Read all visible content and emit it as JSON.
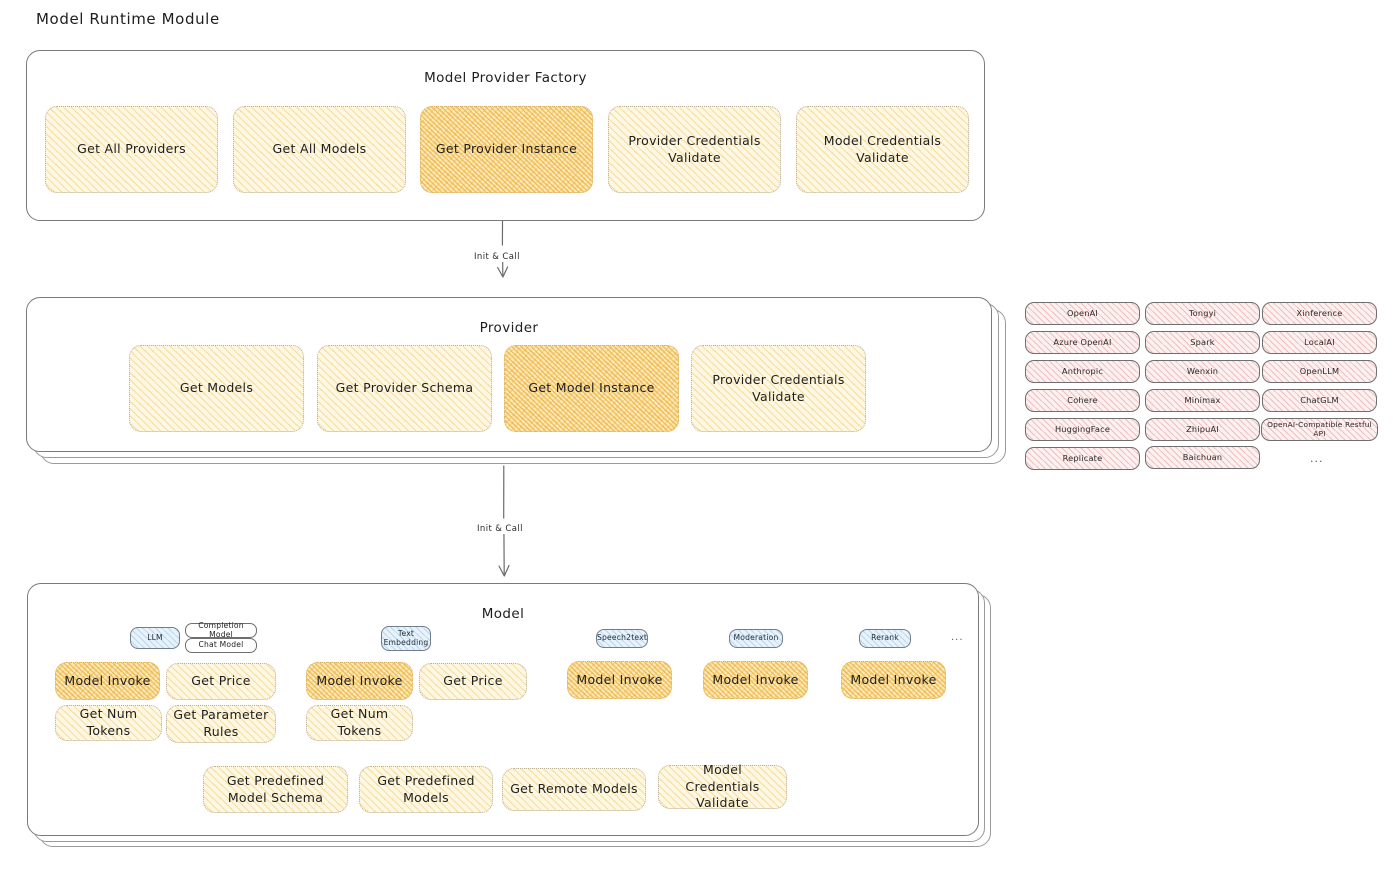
{
  "page": {
    "title": "Model Runtime Module"
  },
  "colors": {
    "node_fill": "#fdf7e3",
    "node_hachure": "#f5cd6e",
    "node_highlight_fill": "#fbe9c0",
    "node_highlight_hachure": "#eeb237",
    "provider_pill_fill": "#fdf0f0",
    "provider_pill_hachure": "#e29696",
    "badge_fill": "#e8f2fb",
    "badge_hachure": "#96bee2",
    "stroke": "#7a7a7a",
    "text": "#1e1e1e"
  },
  "factory": {
    "title": "Model Provider Factory",
    "nodes": [
      {
        "label": "Get All Providers",
        "highlight": false
      },
      {
        "label": "Get All Models",
        "highlight": false
      },
      {
        "label": "Get Provider Instance",
        "highlight": true
      },
      {
        "label": "Provider Credentials Validate",
        "highlight": false
      },
      {
        "label": "Model Credentials Validate",
        "highlight": false
      }
    ]
  },
  "arrows": [
    {
      "label": "Init & Call",
      "from": "factory",
      "to": "provider"
    },
    {
      "label": "Init & Call",
      "from": "provider",
      "to": "model"
    }
  ],
  "provider": {
    "title": "Provider",
    "nodes": [
      {
        "label": "Get Models",
        "highlight": false
      },
      {
        "label": "Get Provider Schema",
        "highlight": false
      },
      {
        "label": "Get Model Instance",
        "highlight": true
      },
      {
        "label": "Provider Credentials Validate",
        "highlight": false
      }
    ]
  },
  "provider_list": {
    "columns": [
      {
        "items": [
          "OpenAI",
          "Azure OpenAI",
          "Anthropic",
          "Cohere",
          "HuggingFace",
          "Replicate"
        ]
      },
      {
        "items": [
          "Tongyi",
          "Spark",
          "Wenxin",
          "Minimax",
          "ZhipuAI",
          "Baichuan"
        ]
      },
      {
        "items": [
          "Xinference",
          "LocalAI",
          "OpenLLM",
          "ChatGLM",
          "OpenAI-Compatible Restful API"
        ]
      }
    ],
    "more": "..."
  },
  "model": {
    "title": "Model",
    "more": "...",
    "groups": [
      {
        "badge": "LLM",
        "sub_badges": [
          "Completion Model",
          "Chat Model"
        ],
        "nodes": [
          {
            "label": "Model Invoke",
            "highlight": true
          },
          {
            "label": "Get Price",
            "highlight": false
          },
          {
            "label": "Get Num Tokens",
            "highlight": false
          },
          {
            "label": "Get Parameter Rules",
            "highlight": false
          }
        ]
      },
      {
        "badge": "Text Embedding",
        "sub_badges": [],
        "nodes": [
          {
            "label": "Model Invoke",
            "highlight": true
          },
          {
            "label": "Get Price",
            "highlight": false
          },
          {
            "label": "Get Num Tokens",
            "highlight": false
          }
        ]
      },
      {
        "badge": "Speech2text",
        "sub_badges": [],
        "nodes": [
          {
            "label": "Model Invoke",
            "highlight": true
          }
        ]
      },
      {
        "badge": "Moderation",
        "sub_badges": [],
        "nodes": [
          {
            "label": "Model Invoke",
            "highlight": true
          }
        ]
      },
      {
        "badge": "Rerank",
        "sub_badges": [],
        "nodes": [
          {
            "label": "Model Invoke",
            "highlight": true
          }
        ]
      }
    ],
    "common_nodes": [
      {
        "label": "Get Predefined Model Schema"
      },
      {
        "label": "Get Predefined Models"
      },
      {
        "label": "Get Remote Models"
      },
      {
        "label": "Model Credentials Validate"
      }
    ]
  }
}
